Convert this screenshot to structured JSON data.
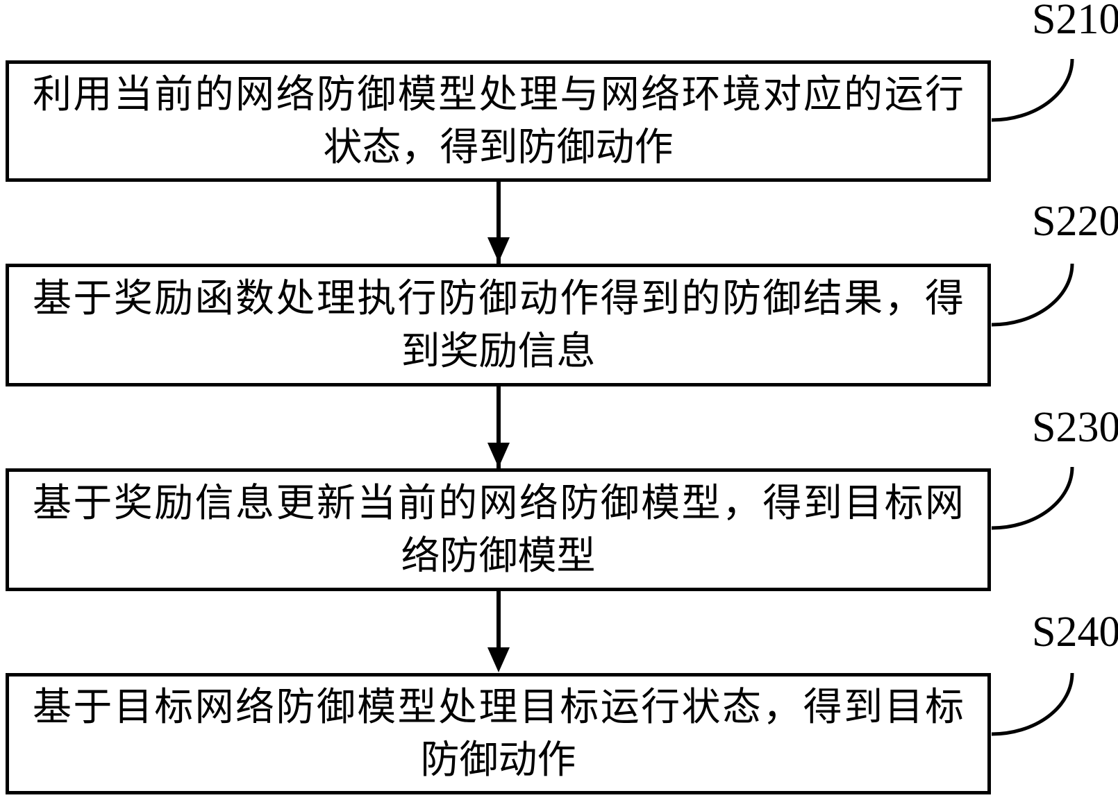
{
  "figure": {
    "type": "flowchart",
    "colors": {
      "line": "#000000",
      "text": "#000000",
      "background": "#ffffff"
    },
    "steps": [
      {
        "id": "S210",
        "line1": "利用当前的网络防御模型处理与网络环境对应的运行",
        "line2": "状态，得到防御动作"
      },
      {
        "id": "S220",
        "line1": "基于奖励函数处理执行防御动作得到的防御结果，得",
        "line2": "到奖励信息"
      },
      {
        "id": "S230",
        "line1": "基于奖励信息更新当前的网络防御模型，得到目标网",
        "line2": "络防御模型"
      },
      {
        "id": "S240",
        "line1": "基于目标网络防御模型处理目标运行状态，得到目标",
        "line2": "防御动作"
      }
    ]
  }
}
